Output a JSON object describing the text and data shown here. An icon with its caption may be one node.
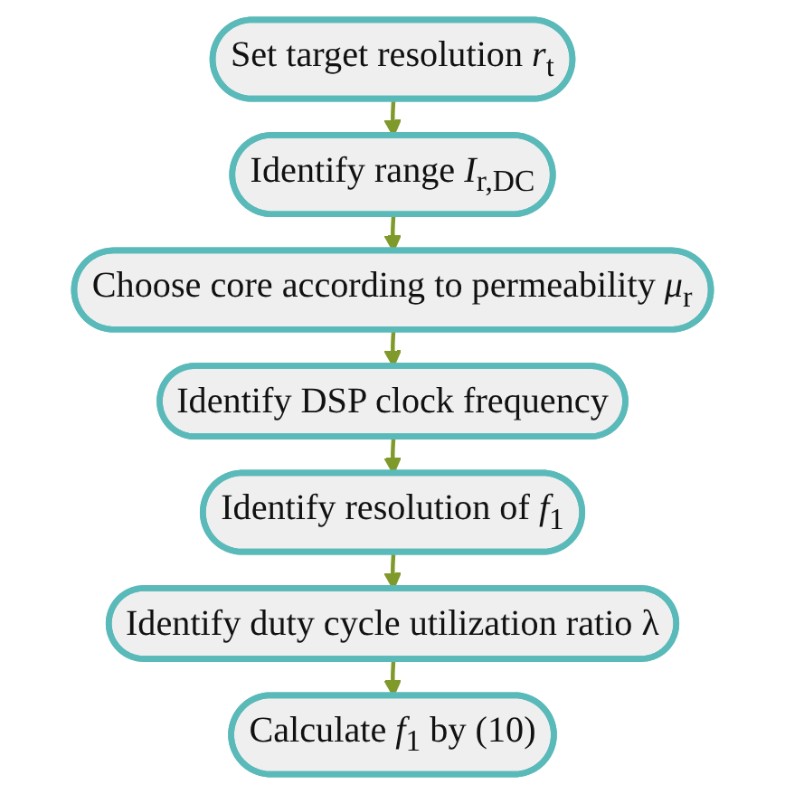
{
  "diagram": {
    "nodes": [
      {
        "text": [
          "Set target resolution *r*$_{t}$"
        ]
      },
      {
        "text": [
          "Identify range *I*$_{r,DC}$"
        ]
      },
      {
        "text": [
          "Choose core according to permeability *μ*$_{r}$"
        ]
      },
      {
        "text": [
          "Identify DSP clock frequency"
        ]
      },
      {
        "text": [
          "Identify resolution of *f*$_{1}$"
        ]
      },
      {
        "text": [
          "Identify duty cycle utilization ratio λ"
        ]
      },
      {
        "text": [
          "Calculate *f*$_{1}$ by (10)"
        ]
      }
    ],
    "edges": [
      {
        "from": 0,
        "to": 1,
        "arrow": "to"
      },
      {
        "from": 1,
        "to": 2,
        "arrow": "to"
      },
      {
        "from": 2,
        "to": 3,
        "arrow": "to"
      },
      {
        "from": 3,
        "to": 4,
        "arrow": "to"
      },
      {
        "from": 4,
        "to": 5,
        "arrow": "to"
      },
      {
        "from": 5,
        "to": 6,
        "arrow": "to"
      }
    ]
  }
}
